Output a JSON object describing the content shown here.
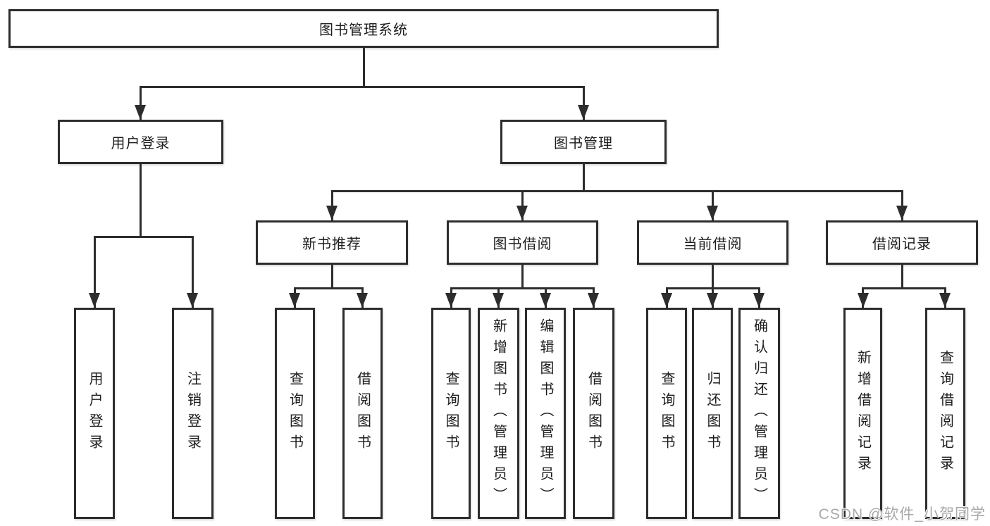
{
  "diagram": {
    "root": "图书管理系统",
    "user_branch": {
      "label": "用户登录",
      "leaves": [
        "用户登录",
        "注销登录"
      ]
    },
    "book_branch": {
      "label": "图书管理",
      "groups": [
        {
          "label": "新书推荐",
          "leaves": [
            "查询图书",
            "借阅图书"
          ]
        },
        {
          "label": "图书借阅",
          "leaves": [
            "查询图书",
            "新增图书（管理员）",
            "编辑图书（管理员）",
            "借阅图书"
          ]
        },
        {
          "label": "当前借阅",
          "leaves": [
            "查询图书",
            "归还图书",
            "确认归还（管理员）"
          ]
        },
        {
          "label": "借阅记录",
          "leaves": [
            "新增借阅记录",
            "查询借阅记录"
          ]
        }
      ]
    }
  },
  "watermark": "CSDN @软件_小贺同学",
  "colors": {
    "line": "#2d2d2d",
    "text": "#1d1d1f",
    "watermark": "#a9a9a9",
    "background": "#ffffff"
  }
}
